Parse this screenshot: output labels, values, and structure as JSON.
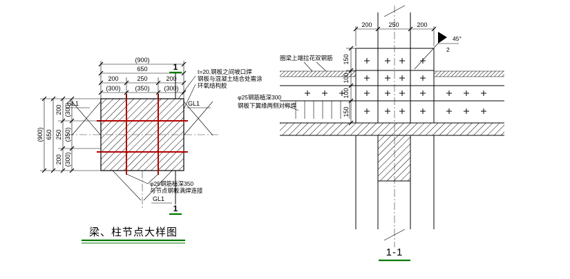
{
  "colors": {
    "line": "#000000",
    "rebar_red": "#b30000",
    "accent_green": "#007a00"
  },
  "plan_view": {
    "title": "梁、柱节点大样图",
    "section_label": "1",
    "beam_label": "GL1",
    "dims": {
      "overall_alt": "(900)",
      "overall": "650",
      "segments": [
        "200",
        "250",
        "200"
      ],
      "segments_alt": [
        "(300)",
        "(350)",
        "(300)"
      ]
    },
    "note_plate": [
      "t=20,钢板之间坡口焊",
      "钢板与混凝土结合处需涂",
      "环氧结构胶"
    ],
    "note_rebar": [
      "φ25钢筋植深350",
      "与节点钢板满焊连接"
    ]
  },
  "section_view": {
    "title": "1-1",
    "dims_top": [
      "200",
      "250",
      "200"
    ],
    "dims_left": [
      "150",
      "100",
      "100",
      "150"
    ],
    "note_ringbeam": "圈梁上端拉花双钢筋",
    "note_rebar": [
      "φ25钢筋植深300",
      "钢板下翼缘两侧对称焊"
    ],
    "weld": {
      "size": "2",
      "angle": "45°"
    }
  }
}
